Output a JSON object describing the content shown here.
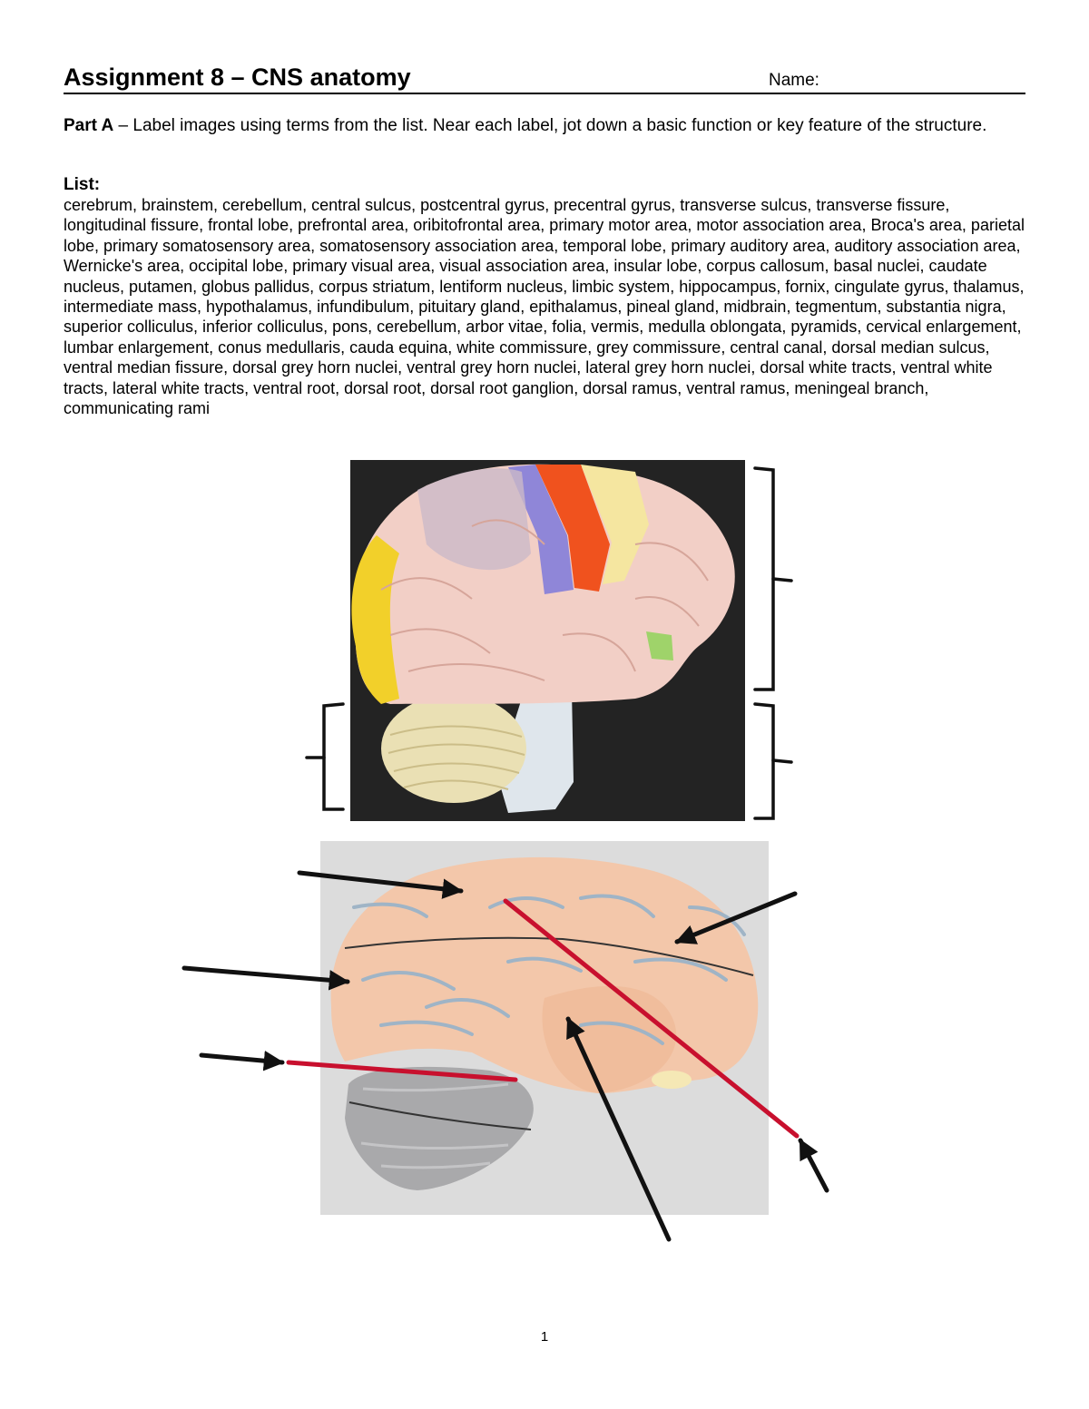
{
  "header": {
    "title": "Assignment 8 – CNS anatomy",
    "name_label": "Name:"
  },
  "part_a": {
    "label": "Part A",
    "instructions": " – Label images using terms from the list.  Near each label, jot down a basic function or key feature of the structure."
  },
  "list": {
    "heading": "List:",
    "terms": "cerebrum, brainstem, cerebellum, central sulcus, postcentral gyrus, precentral gyrus, transverse sulcus, transverse fissure, longitudinal fissure, frontal lobe, prefrontal area, oribitofrontal area, primary motor area, motor association area, Broca's area, parietal lobe, primary somatosensory area, somatosensory association area, temporal lobe, primary auditory area, auditory association area, Wernicke's area, occipital lobe, primary visual area, visual association area, insular lobe, corpus callosum, basal nuclei, caudate nucleus, putamen, globus pallidus, corpus striatum, lentiform nucleus, limbic system, hippocampus, fornix, cingulate gyrus, thalamus, intermediate mass, hypothalamus, infundibulum, pituitary gland, epithalamus, pineal gland, midbrain, tegmentum, substantia nigra, superior colliculus, inferior colliculus, pons, cerebellum, arbor vitae, folia, vermis, medulla oblongata, pyramids, cervical enlargement, lumbar enlargement, conus medullaris, cauda equina, white commissure, grey commissure, central canal, dorsal median sulcus, ventral median fissure, dorsal grey horn nuclei, ventral grey horn nuclei, lateral grey horn nuclei, dorsal white tracts, ventral white tracts, lateral white tracts, ventral root, dorsal root, dorsal root ganglion, dorsal ramus, ventral ramus, meningeal branch, communicating rami"
  },
  "footer": {
    "page_number": "1"
  },
  "colors": {
    "arrow": "#111111",
    "guide_line": "#c8102e",
    "photo_background": "#232323",
    "brain_pink": "#f2cfc6",
    "brain_peach": "#f3c7aa",
    "cerebellum_grey": "#a9a9ab"
  }
}
